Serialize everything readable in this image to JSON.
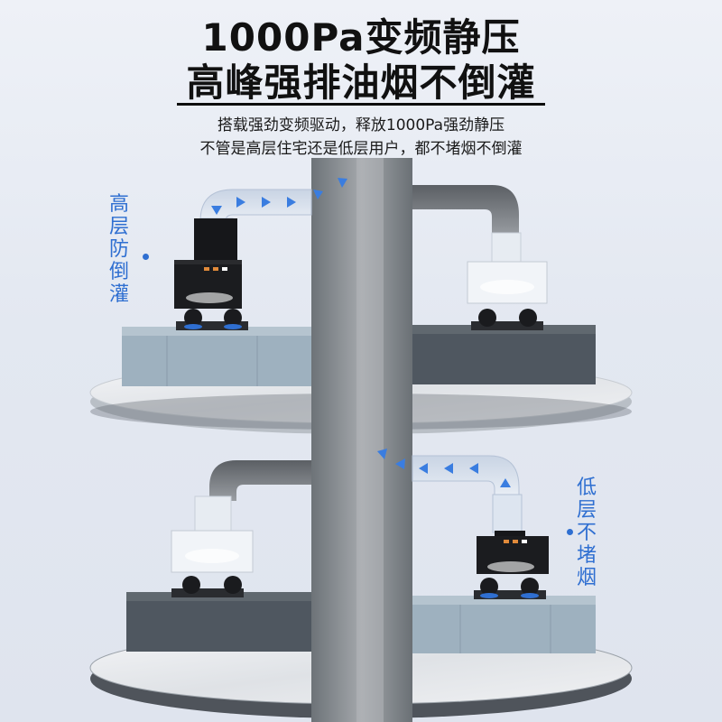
{
  "headline": {
    "line1": "1000Pa变频静压",
    "line2": "高峰强排油烟不倒灌"
  },
  "subtitle": {
    "line1": "搭载强劲变频驱动，释放1000Pa强劲静压",
    "line2": "不管是高层住宅还是低层用户，都不堵烟不倒灌"
  },
  "labels": {
    "high_floor": "高层防倒灌",
    "low_floor": "低层不堵烟"
  },
  "colors": {
    "accent": "#2f6fd1",
    "arrow": "#3a7de0",
    "hood": "#1b1c1f",
    "counter": "#8fa3b2",
    "shaft": "#8e9296"
  }
}
